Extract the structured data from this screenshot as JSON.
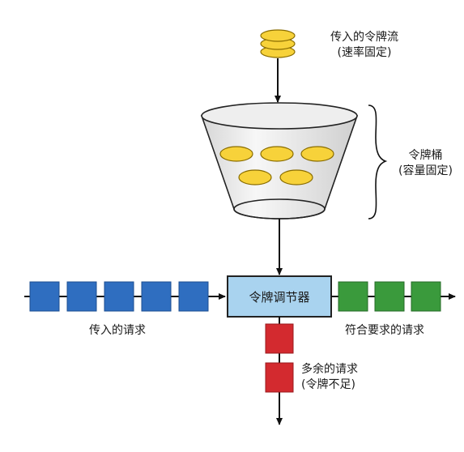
{
  "title": "",
  "incoming_token_stream": {
    "line1": "传入的令牌流",
    "line2": "(速率固定)"
  },
  "token_bucket": {
    "line1": "令牌桶",
    "line2": "(容量固定)"
  },
  "regulator": {
    "label": "令牌调节器"
  },
  "incoming_requests": {
    "label": "传入的请求",
    "count": 5,
    "color": "#2f6ec0"
  },
  "conforming_requests": {
    "label": "符合要求的请求",
    "count": 3,
    "color": "#3a9a3c"
  },
  "excess_requests": {
    "line1": "多余的请求",
    "line2": "(令牌不足)",
    "count": 2,
    "color": "#d32a2f"
  },
  "colors": {
    "token": "#f7d23a",
    "token_outline": "#8a6d00",
    "bucket": "#e8e8e8",
    "regulator": "#a9d3ef",
    "regulator_border": "#222222",
    "arrow": "#111111"
  }
}
